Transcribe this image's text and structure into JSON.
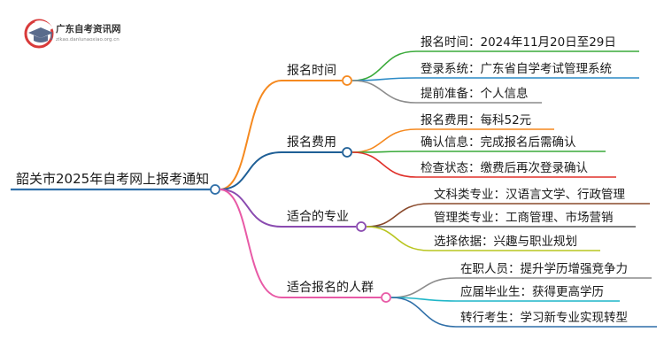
{
  "logo": {
    "title": "广东自考资讯网",
    "subtitle": "zikao.danlunaoxiao.org.cn",
    "icon": "graduation-cap-icon",
    "colors": {
      "circle": "#d83a3a",
      "cap": "#5a6b8c"
    }
  },
  "root": {
    "label": "韶关市2025年自考网上报考通知",
    "color": "#2f6fa8"
  },
  "branches": [
    {
      "id": "time",
      "label": "报名时间",
      "color": "#f5891f",
      "children": [
        {
          "label": "报名时间：2024年11月20日至29日",
          "color": "#3aaa3a"
        },
        {
          "label": "登录系统：广东省自学考试管理系统",
          "color": "#2b8ac6"
        },
        {
          "label": "提前准备：个人信息",
          "color": "#8c8c8c"
        }
      ]
    },
    {
      "id": "fee",
      "label": "报名费用",
      "color": "#1f5f96",
      "children": [
        {
          "label": "报名费用：每科52元",
          "color": "#f5891f"
        },
        {
          "label": "确认信息：完成报名后需确认",
          "color": "#3aaa3a"
        },
        {
          "label": "检查状态：缴费后再次登录确认",
          "color": "#e0302a"
        }
      ]
    },
    {
      "id": "major",
      "label": "适合的专业",
      "color": "#8a4bb0",
      "children": [
        {
          "label": "文科类专业：汉语言文学、行政管理",
          "color": "#8a4a2c"
        },
        {
          "label": "管理类专业：工商管理、市场营销",
          "color": "#555555"
        },
        {
          "label": "选择依据：兴趣与职业规划",
          "color": "#b9c520"
        }
      ]
    },
    {
      "id": "people",
      "label": "适合报名的人群",
      "color": "#e85aa6",
      "children": [
        {
          "label": "在职人员：提升学历增强竞争力",
          "color": "#8c8c8c"
        },
        {
          "label": "应届毕业生：获得更高学历",
          "color": "#1fb6c8"
        },
        {
          "label": "转行考生：学习新专业实现转型",
          "color": "#2f6fa8"
        }
      ]
    }
  ]
}
